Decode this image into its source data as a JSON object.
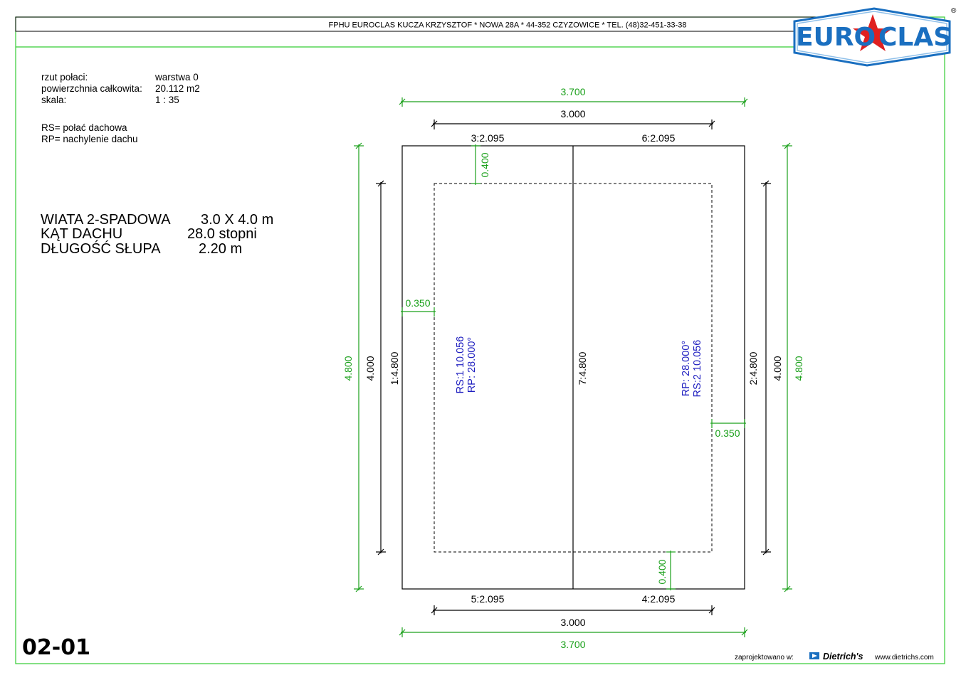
{
  "header": {
    "company_line": "FPHU EUROCLAS KUCZA KRZYSZTOF * NOWA 28A * 44-352 CZYZOWICE * TEL. (48)32-451-33-38",
    "logo_text_left": "EURO",
    "logo_text_right": "CLAS",
    "registered_mark": "®"
  },
  "info": {
    "label_rzut": "rzut połaci:",
    "value_rzut": "warstwa 0",
    "label_powierzchnia": "powierzchnia całkowita:",
    "value_powierzchnia": "20.112 m2",
    "label_skala": "skala:",
    "value_skala": "1 : 35",
    "legend_rs": "RS= połać dachowa",
    "legend_rp": "RP= nachylenie dachu"
  },
  "spec": {
    "row1_label": "WIATA 2-SPADOWA",
    "row1_value": "3.0 X 4.0 m",
    "row2_label": "KĄT DACHU",
    "row2_value": "28.0 stopni",
    "row3_label": "DŁUGOŚĆ SŁUPA",
    "row3_value": "2.20 m"
  },
  "dimensions": {
    "top_outer": "3.700",
    "top_inner": "3.000",
    "top_left_edge": "3:2.095",
    "top_right_edge": "6:2.095",
    "overhang_top": "0.400",
    "overhang_left": "0.350",
    "overhang_right": "0.350",
    "overhang_bottom": "0.400",
    "left_outer": "4.800",
    "left_inner": "4.000",
    "left_edge": "1:4.800",
    "ridge": "7:4.800",
    "right_edge": "2:4.800",
    "right_inner": "4.000",
    "right_outer": "4.800",
    "bottom_left_edge": "5:2.095",
    "bottom_right_edge": "4:2.095",
    "bottom_inner": "3.000",
    "bottom_outer": "3.700"
  },
  "slopes": {
    "left_rs": "RS:1   10.056",
    "left_rp": "RP:   28.000°",
    "right_rp": "RP:   28.000°",
    "right_rs": "RS:2   10.056"
  },
  "footer": {
    "drawing_code": "02-01",
    "designed_with": "zaprojektowano w:",
    "software": "Dietrich's",
    "website": "www.dietrichs.com"
  },
  "colors": {
    "frame": "#33cc33",
    "dimension_green": "#1aa01a",
    "annotation_blue": "#2020c0",
    "logo_blue": "#1a6fc0",
    "logo_star": "#e02020"
  }
}
